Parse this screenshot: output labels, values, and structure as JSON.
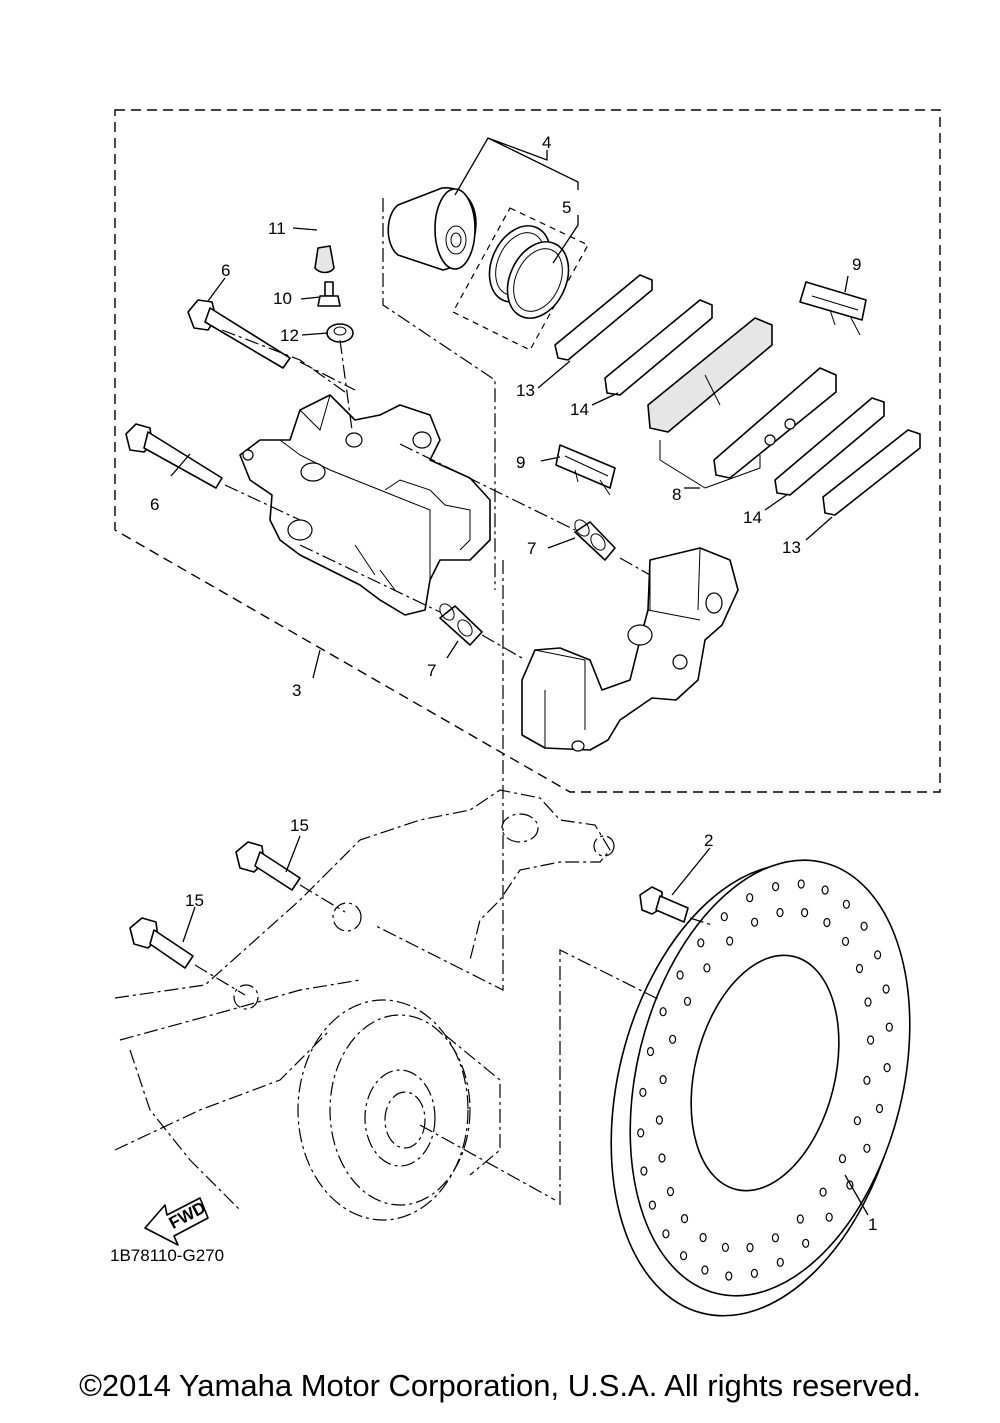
{
  "diagram": {
    "code": "1B78110-G270",
    "fwd_label": "FWD",
    "callouts": {
      "c1": "1",
      "c2": "2",
      "c3": "3",
      "c4": "4",
      "c5": "5",
      "c6a": "6",
      "c6b": "6",
      "c7a": "7",
      "c7b": "7",
      "c8": "8",
      "c9a": "9",
      "c9b": "9",
      "c10": "10",
      "c11": "11",
      "c12": "12",
      "c13a": "13",
      "c13b": "13",
      "c14a": "14",
      "c14b": "14",
      "c15a": "15",
      "c15b": "15"
    }
  },
  "footer": {
    "copyright": "©2014 Yamaha Motor Corporation, U.S.A. All rights reserved."
  }
}
